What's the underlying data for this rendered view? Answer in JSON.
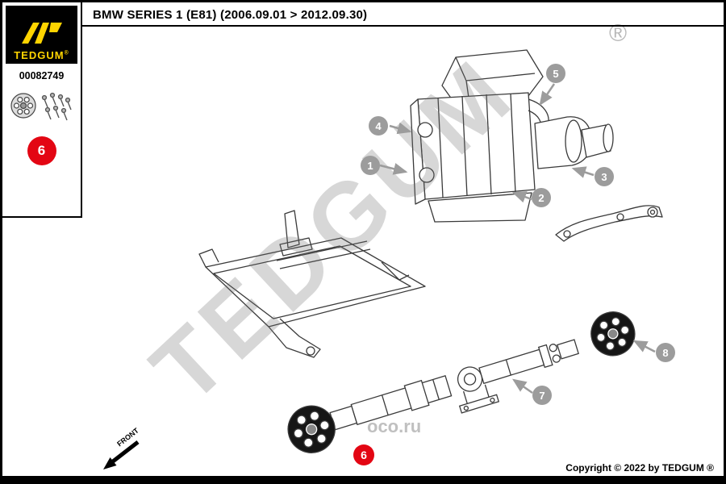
{
  "header": {
    "title": "BMW SERIES 1 (E81)  (2006.09.01 > 2012.09.30)"
  },
  "sidebar": {
    "brand": "TEDGUM",
    "brand_reg": "®",
    "part_number": "00082749",
    "highlight_badge": "6",
    "thumbnail": "flex-disc-with-bolt-kit"
  },
  "watermarks": {
    "brand": "TEDGUM",
    "reg": "®",
    "site": "oco.ru"
  },
  "diagram": {
    "front_label": "FRONT",
    "callouts": [
      {
        "number": "1",
        "highlight": false
      },
      {
        "number": "2",
        "highlight": false
      },
      {
        "number": "3",
        "highlight": false
      },
      {
        "number": "4",
        "highlight": false
      },
      {
        "number": "5",
        "highlight": false
      },
      {
        "number": "6",
        "highlight": true
      },
      {
        "number": "7",
        "highlight": false
      },
      {
        "number": "8",
        "highlight": false
      }
    ]
  },
  "footer": {
    "copyright": "Copyright © 2022 by TEDGUM ®"
  },
  "colors": {
    "accent_red": "#e30613",
    "callout_gray": "#9c9c9c",
    "brand_yellow": "#ffd400"
  }
}
